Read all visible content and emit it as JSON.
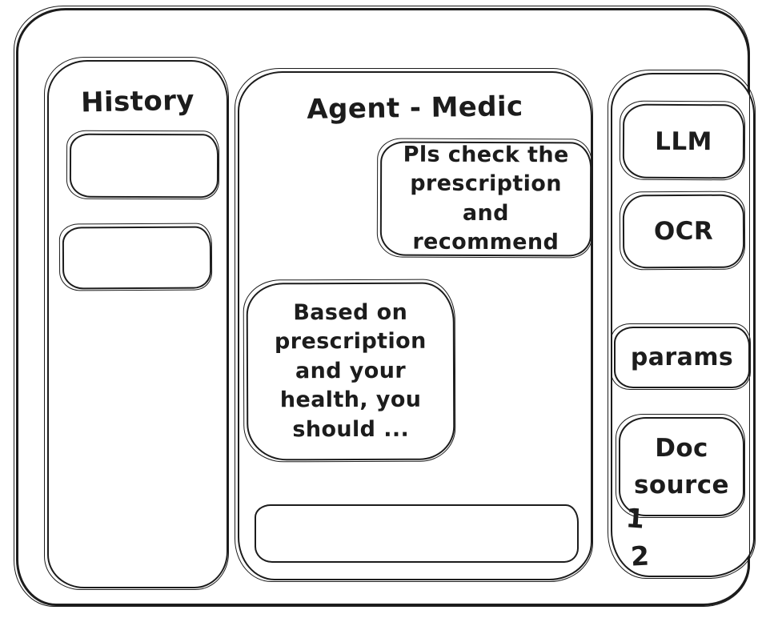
{
  "history_panel": {
    "title": "History",
    "items": [
      "",
      ""
    ]
  },
  "chat_panel": {
    "title": "Agent - Medic",
    "messages": [
      {
        "role": "user",
        "text": "Pls check the prescription and recommend"
      },
      {
        "role": "assistant",
        "text": "Based on prescription and your health, you should ..."
      }
    ],
    "input": {
      "value": "",
      "placeholder": ""
    }
  },
  "tools_panel": {
    "items": [
      {
        "id": "llm",
        "label": "LLM"
      },
      {
        "id": "ocr",
        "label": "OCR"
      },
      {
        "id": "params",
        "label": "params"
      },
      {
        "id": "doc_source",
        "label": "Doc source"
      }
    ],
    "annotations": [
      "1",
      "2"
    ]
  },
  "colors": {
    "ink": "#1c1c1c",
    "background": "#ffffff"
  }
}
